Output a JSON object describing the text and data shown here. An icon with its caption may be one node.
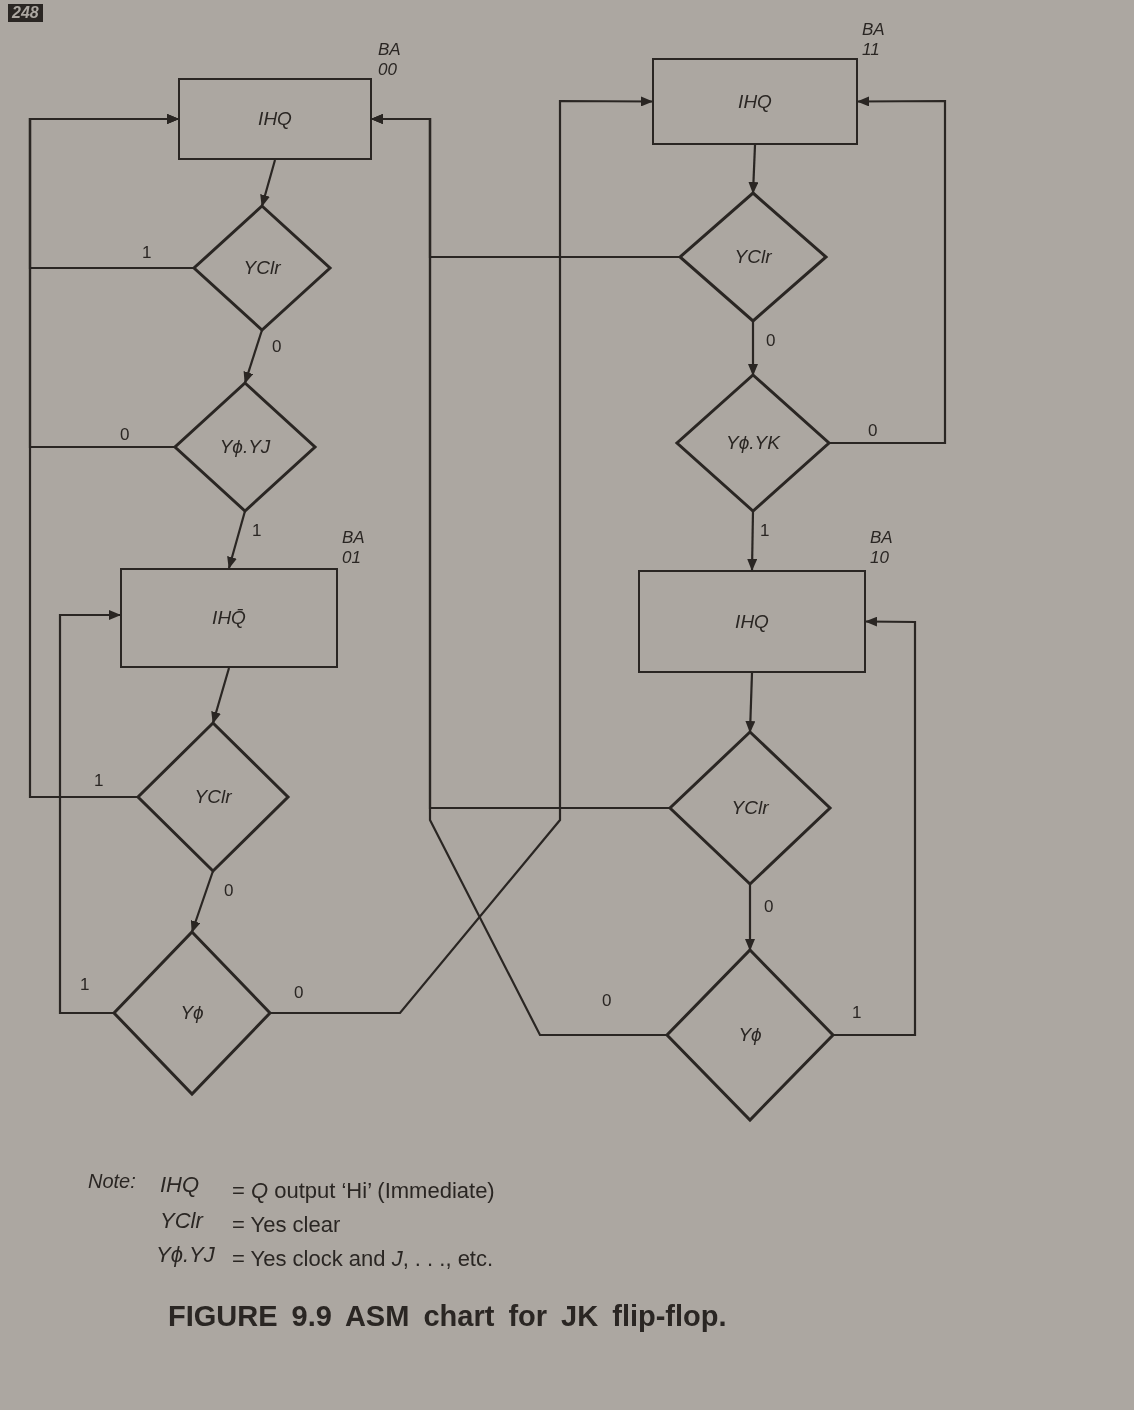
{
  "diagram": {
    "caption": "FIGURE 9.9 ASM chart for JK flip-flop.",
    "nodes": [
      {
        "text": [
          "IHQ"
        ],
        "beside": [
          "BA 00"
        ]
      },
      {
        "text": [
          "YClr"
        ]
      },
      {
        "text": [
          "Yϕ.YJ"
        ]
      },
      {
        "text": [
          "IHQ̄"
        ],
        "beside": [
          "BA 01"
        ]
      },
      {
        "text": [
          "YClr"
        ]
      },
      {
        "text": [
          "Yϕ"
        ]
      },
      {
        "text": [
          "IHQ"
        ],
        "beside": [
          "BA 11"
        ]
      },
      {
        "text": [
          "YClr"
        ]
      },
      {
        "text": [
          "Yϕ.YK"
        ]
      },
      {
        "text": [
          "IHQ"
        ],
        "beside": [
          "BA 10"
        ]
      },
      {
        "text": [
          "YClr"
        ]
      },
      {
        "text": [
          "Yϕ"
        ]
      }
    ],
    "edges": [
      {
        "from": 0,
        "to": 1,
        "arrow": "to"
      },
      {
        "from": 1,
        "to": 2,
        "arrow": "to",
        "label": "0"
      },
      {
        "from": 1,
        "to": 0,
        "arrow": "to",
        "label": "1"
      },
      {
        "from": 2,
        "to": 3,
        "arrow": "to",
        "label": "1"
      },
      {
        "from": 2,
        "to": 0,
        "arrow": "to",
        "label": "0"
      },
      {
        "from": 3,
        "to": 4,
        "arrow": "to"
      },
      {
        "from": 4,
        "to": 5,
        "arrow": "to",
        "label": "0"
      },
      {
        "from": 4,
        "to": 0,
        "arrow": "to",
        "label": "1"
      },
      {
        "from": 5,
        "to": 3,
        "arrow": "to",
        "label": "1"
      },
      {
        "from": 5,
        "to": 6,
        "arrow": "to",
        "label": "0"
      },
      {
        "from": 6,
        "to": 7,
        "arrow": "to"
      },
      {
        "from": 7,
        "to": 8,
        "arrow": "to",
        "label": "0"
      },
      {
        "from": 7,
        "to": 0,
        "arrow": "to"
      },
      {
        "from": 8,
        "to": 9,
        "arrow": "to",
        "label": "1"
      },
      {
        "from": 8,
        "to": 6,
        "arrow": "to",
        "label": "0"
      },
      {
        "from": 9,
        "to": 10,
        "arrow": "to"
      },
      {
        "from": 10,
        "to": 11,
        "arrow": "to",
        "label": "0"
      },
      {
        "from": 10,
        "to": 0,
        "arrow": "to"
      },
      {
        "from": 11,
        "to": 9,
        "arrow": "to",
        "label": "1"
      },
      {
        "from": 11,
        "to": 0,
        "arrow": "to",
        "label": "0"
      }
    ],
    "labels": [
      "248",
      "Note:",
      "IHQ",
      "= *Q* output ‘Hi’ (Immediate)",
      "YClr",
      "= Yes clear",
      "Yϕ.YJ",
      "= Yes clock and *J*, . . ., etc."
    ]
  }
}
